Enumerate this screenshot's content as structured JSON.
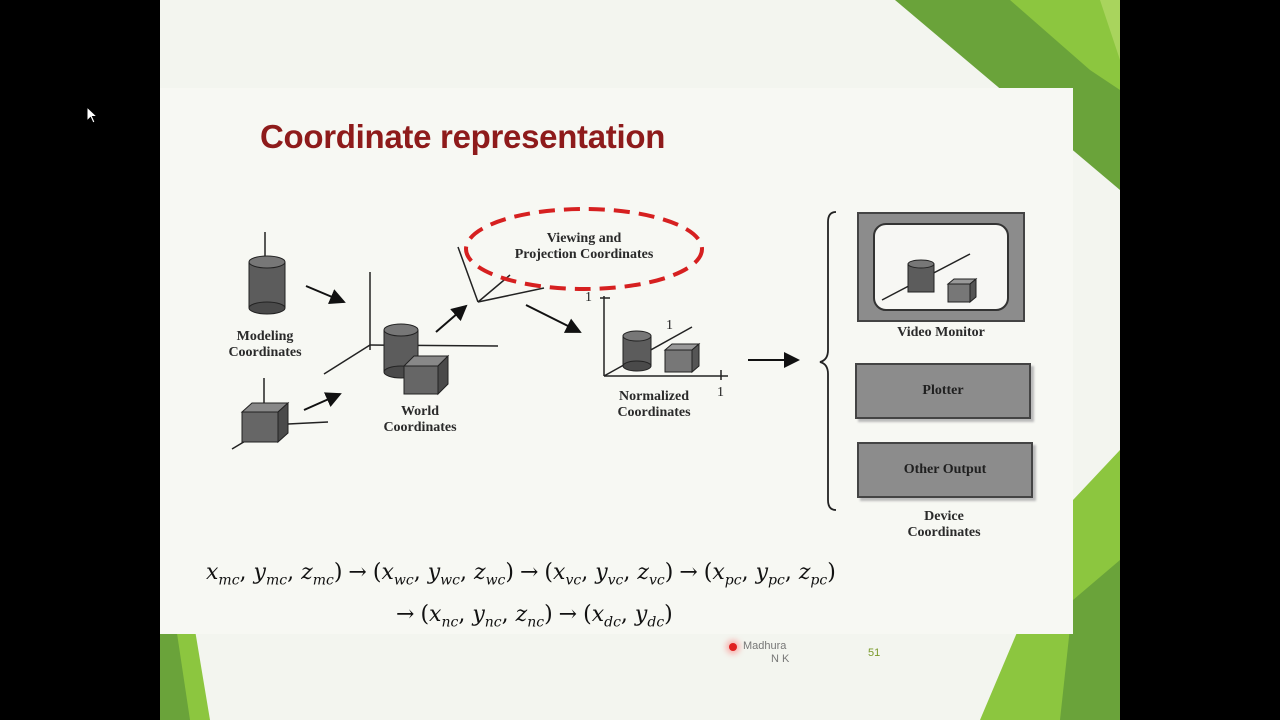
{
  "slide": {
    "title": "Coordinate representation",
    "labels": {
      "modeling": [
        "Modeling",
        "Coordinates"
      ],
      "world": [
        "World",
        "Coordinates"
      ],
      "viewing": [
        "Viewing and",
        "Projection Coordinates"
      ],
      "normalized": [
        "Normalized",
        "Coordinates"
      ],
      "device": [
        "Device",
        "Coordinates"
      ]
    },
    "ticks": {
      "y_one": "1",
      "diag_one": "1",
      "x_one": "1"
    },
    "devices": {
      "video_monitor": "Video Monitor",
      "plotter": "Plotter",
      "other_output": "Other Output"
    },
    "equation": {
      "line1": [
        {
          "v": "x",
          "s": "mc"
        },
        {
          "v": "y",
          "s": "mc"
        },
        {
          "v": "z",
          "s": "mc"
        },
        {
          "v": "x",
          "s": "wc"
        },
        {
          "v": "y",
          "s": "wc"
        },
        {
          "v": "z",
          "s": "wc"
        },
        {
          "v": "x",
          "s": "vc"
        },
        {
          "v": "y",
          "s": "vc"
        },
        {
          "v": "z",
          "s": "vc"
        },
        {
          "v": "x",
          "s": "pc"
        },
        {
          "v": "y",
          "s": "pc"
        },
        {
          "v": "z",
          "s": "pc"
        }
      ],
      "line2": [
        {
          "v": "x",
          "s": "nc"
        },
        {
          "v": "y",
          "s": "nc"
        },
        {
          "v": "z",
          "s": "nc"
        },
        {
          "v": "x",
          "s": "dc"
        },
        {
          "v": "y",
          "s": "dc"
        }
      ],
      "arrow": "→"
    },
    "author": [
      "Madhura",
      "N K"
    ],
    "page_number": "51",
    "colors": {
      "title": "#8e1b1b",
      "highlight": "#d62020",
      "green_light": "#8cc63f",
      "green_dark": "#5a9a2a"
    }
  }
}
